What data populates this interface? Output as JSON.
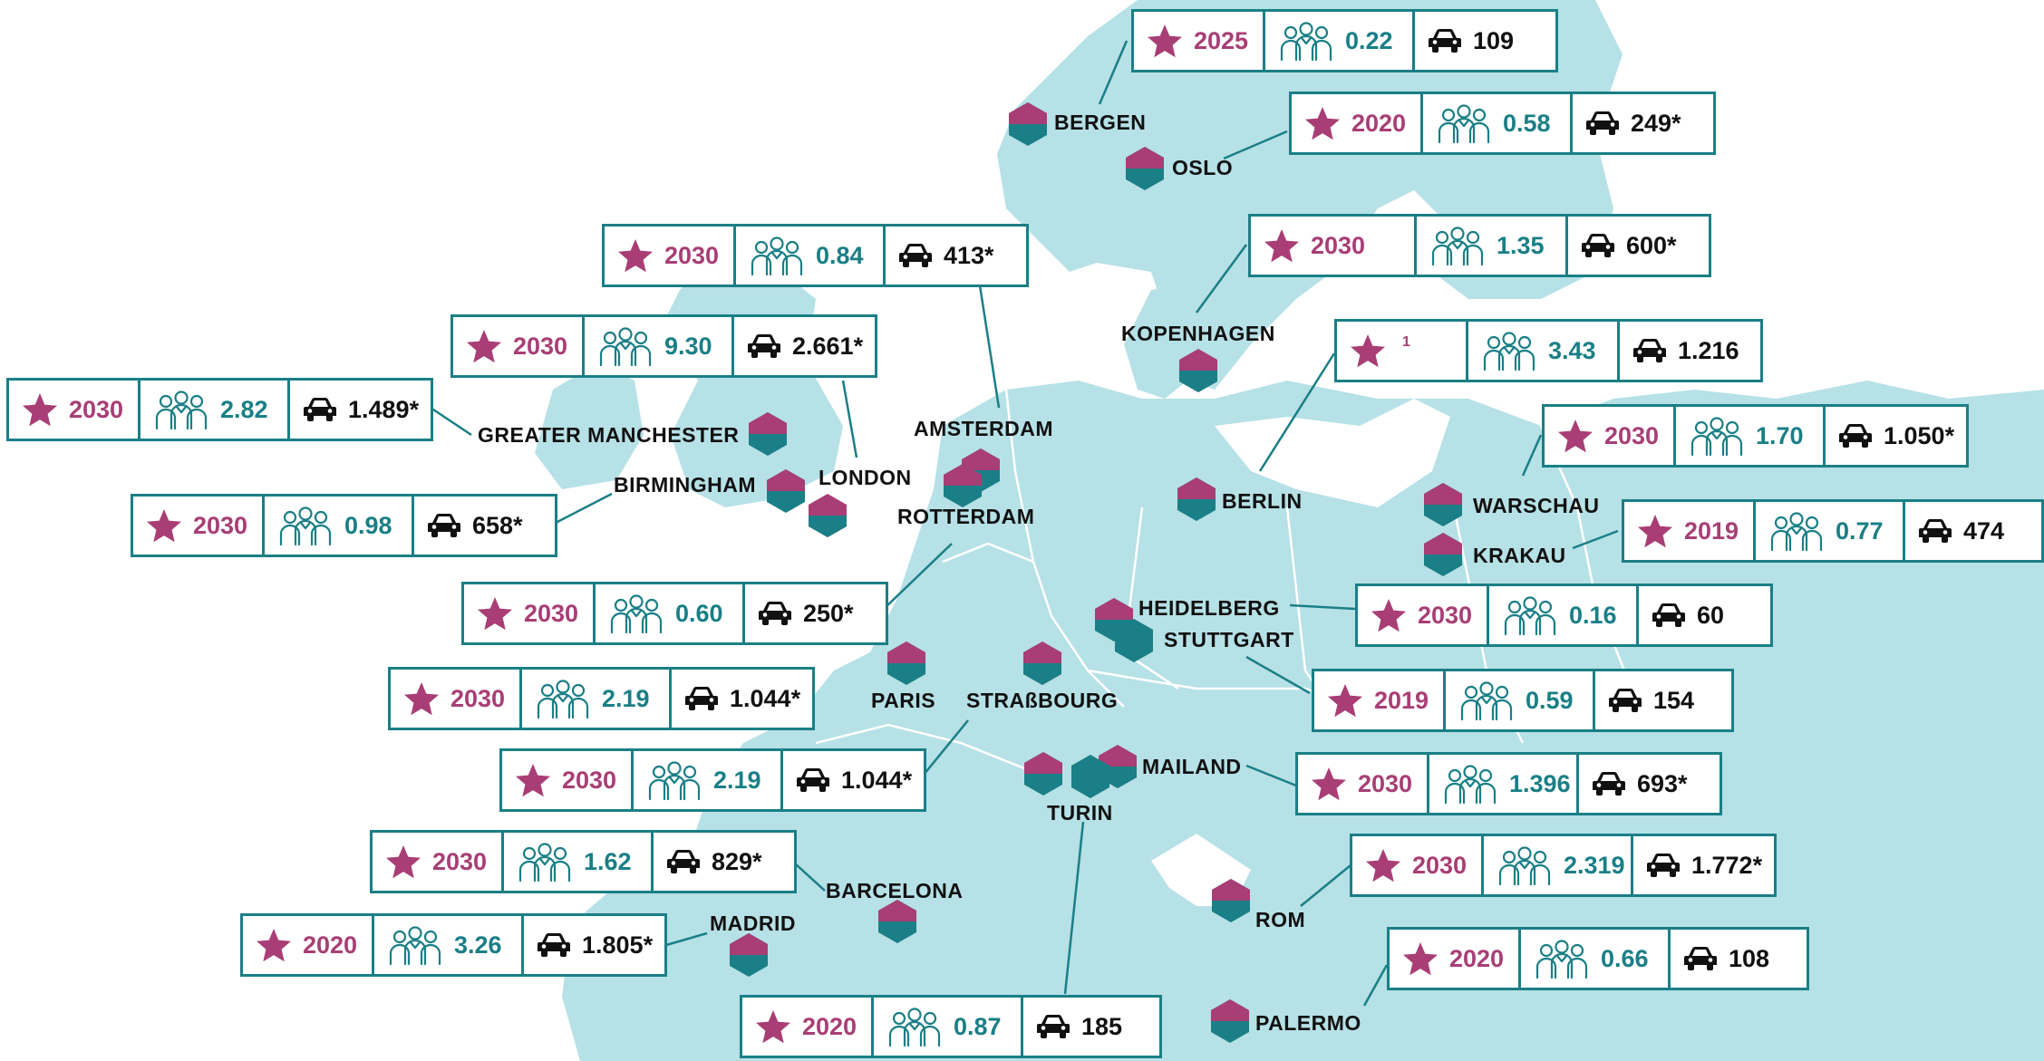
{
  "colors": {
    "land": "#b6e1e6",
    "border_lines": "#ffffff",
    "teal": "#1a7f86",
    "magenta": "#a83e75",
    "text": "#111111"
  },
  "icons": {
    "target_year": "star-icon",
    "population": "people-icon",
    "cars": "car-icon",
    "city_marker": "hexagon-icon"
  },
  "cities": [
    {
      "id": "bergen",
      "name": "BERGEN",
      "year": "2025",
      "population": "0.22",
      "cars": "109"
    },
    {
      "id": "oslo",
      "name": "OSLO",
      "year": "2020",
      "population": "0.58",
      "cars": "249*"
    },
    {
      "id": "amsterdam",
      "name": "AMSTERDAM",
      "year": "2030",
      "population": "0.84",
      "cars": "413*"
    },
    {
      "id": "kopenhagen",
      "name": "KOPENHAGEN",
      "year": "2030",
      "population": "1.35",
      "cars": "600*"
    },
    {
      "id": "london",
      "name": "LONDON",
      "year": "2030",
      "population": "9.30",
      "cars": "2.661*"
    },
    {
      "id": "berlin",
      "name": "BERLIN",
      "year": "",
      "year_note": "1",
      "population": "3.43",
      "cars": "1.216"
    },
    {
      "id": "greater-manchester",
      "name": "GREATER MANCHESTER",
      "year": "2030",
      "population": "2.82",
      "cars": "1.489*"
    },
    {
      "id": "warschau",
      "name": "WARSCHAU",
      "year": "2030",
      "population": "1.70",
      "cars": "1.050*"
    },
    {
      "id": "birmingham",
      "name": "BIRMINGHAM",
      "year": "2030",
      "population": "0.98",
      "cars": "658*"
    },
    {
      "id": "krakau",
      "name": "KRAKAU",
      "year": "2019",
      "population": "0.77",
      "cars": "474"
    },
    {
      "id": "rotterdam",
      "name": "ROTTERDAM",
      "year": "2030",
      "population": "0.60",
      "cars": "250*"
    },
    {
      "id": "heidelberg",
      "name": "HEIDELBERG",
      "year": "2030",
      "population": "0.16",
      "cars": "60"
    },
    {
      "id": "paris",
      "name": "PARIS",
      "year": "2030",
      "population": "2.19",
      "cars": "1.044*"
    },
    {
      "id": "stuttgart",
      "name": "STUTTGART",
      "year": "2019",
      "population": "0.59",
      "cars": "154"
    },
    {
      "id": "strasbourg",
      "name": "STRAßBOURG",
      "year": "2030",
      "population": "2.19",
      "cars": "1.044*"
    },
    {
      "id": "mailand",
      "name": "MAILAND",
      "year": "2030",
      "population": "1.396",
      "cars": "693*"
    },
    {
      "id": "barcelona",
      "name": "BARCELONA",
      "year": "2030",
      "population": "1.62",
      "cars": "829*"
    },
    {
      "id": "rom",
      "name": "ROM",
      "year": "2030",
      "population": "2.319",
      "cars": "1.772*"
    },
    {
      "id": "madrid",
      "name": "MADRID",
      "year": "2020",
      "population": "3.26",
      "cars": "1.805*"
    },
    {
      "id": "palermo",
      "name": "PALERMO",
      "year": "2020",
      "population": "0.66",
      "cars": "108"
    },
    {
      "id": "turin",
      "name": "TURIN",
      "year": "2020",
      "population": "0.87",
      "cars": "185"
    }
  ]
}
